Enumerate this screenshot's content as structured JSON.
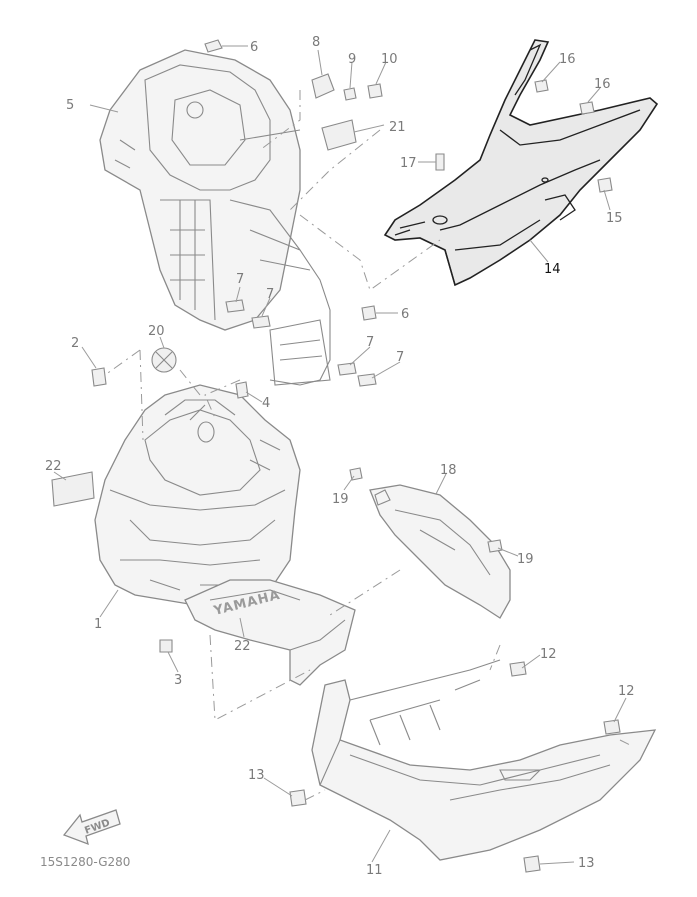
{
  "diagram": {
    "figure_code": "15S1280-G280",
    "brand_mark": "YAMAHA",
    "direction_label": "FWD",
    "callouts": [
      {
        "id": "c1",
        "label": "1"
      },
      {
        "id": "c2",
        "label": "2"
      },
      {
        "id": "c3",
        "label": "3"
      },
      {
        "id": "c4",
        "label": "4"
      },
      {
        "id": "c5",
        "label": "5"
      },
      {
        "id": "c6a",
        "label": "6"
      },
      {
        "id": "c6b",
        "label": "6"
      },
      {
        "id": "c7a",
        "label": "7"
      },
      {
        "id": "c7b",
        "label": "7"
      },
      {
        "id": "c7c",
        "label": "7"
      },
      {
        "id": "c7d",
        "label": "7"
      },
      {
        "id": "c8",
        "label": "8"
      },
      {
        "id": "c9",
        "label": "9"
      },
      {
        "id": "c10",
        "label": "10"
      },
      {
        "id": "c11",
        "label": "11"
      },
      {
        "id": "c12a",
        "label": "12"
      },
      {
        "id": "c12b",
        "label": "12"
      },
      {
        "id": "c13a",
        "label": "13"
      },
      {
        "id": "c13b",
        "label": "13"
      },
      {
        "id": "c14",
        "label": "14"
      },
      {
        "id": "c15",
        "label": "15"
      },
      {
        "id": "c16a",
        "label": "16"
      },
      {
        "id": "c16b",
        "label": "16"
      },
      {
        "id": "c17",
        "label": "17"
      },
      {
        "id": "c18",
        "label": "18"
      },
      {
        "id": "c19a",
        "label": "19"
      },
      {
        "id": "c19b",
        "label": "19"
      },
      {
        "id": "c20",
        "label": "20"
      },
      {
        "id": "c21",
        "label": "21"
      },
      {
        "id": "c22a",
        "label": "22"
      },
      {
        "id": "c22b",
        "label": "22"
      }
    ]
  }
}
